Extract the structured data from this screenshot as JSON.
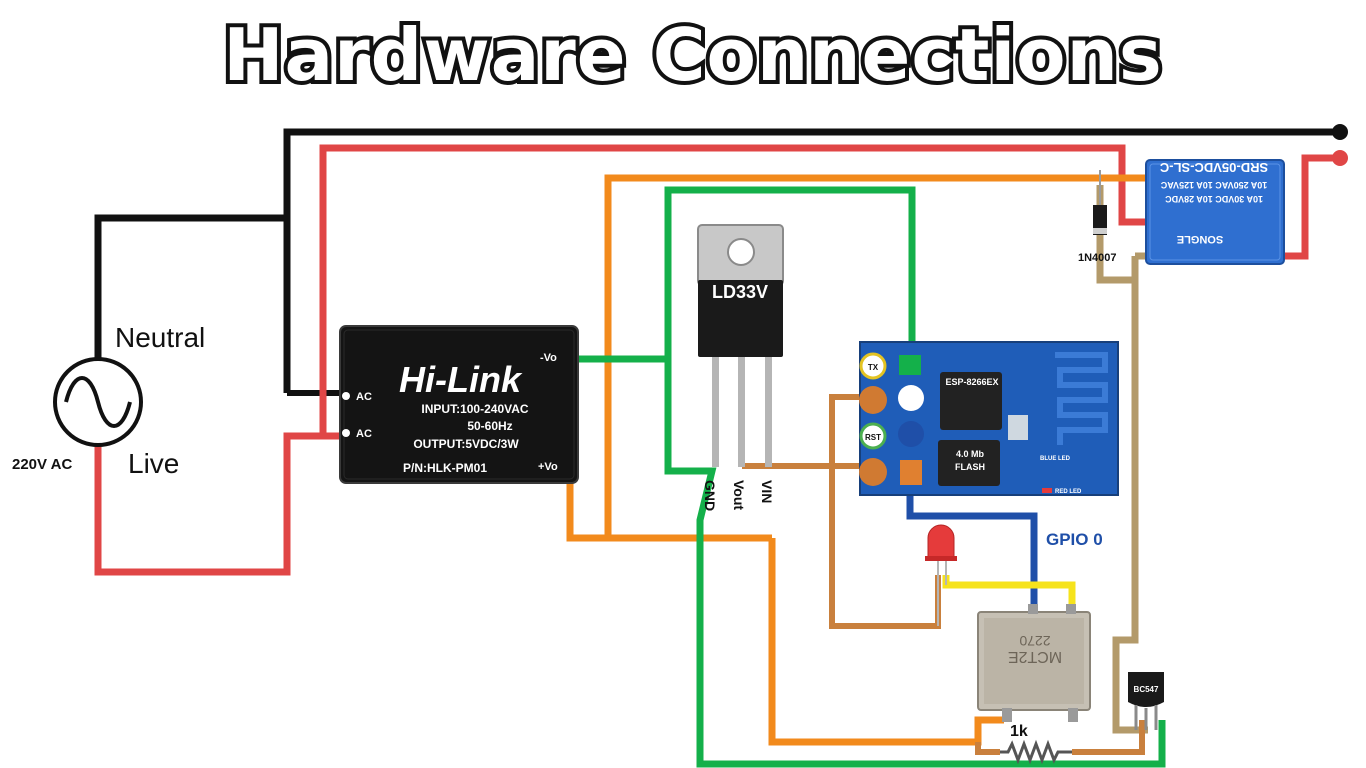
{
  "title": "Hardware Connections",
  "source": {
    "neutral_label": "Neutral",
    "live_label": "Live",
    "voltage_label": "220V AC"
  },
  "psu": {
    "brand": "Hi-Link",
    "input": "INPUT:100-240VAC",
    "freq": "50-60Hz",
    "output": "OUTPUT:5VDC/3W",
    "part": "P/N:HLK-PM01",
    "ac1": "AC",
    "ac2": "AC",
    "neg_out": "-Vo",
    "pos_out": "+Vo"
  },
  "regulator": {
    "name": "LD33V",
    "pin_gnd": "GND",
    "pin_vout": "Vout",
    "pin_vin": "VIN"
  },
  "esp": {
    "chip": "ESP-8266EX",
    "flash_line1": "4.0 Mb",
    "flash_line2": "FLASH",
    "tx": "TX",
    "rst": "RST",
    "blue_led": "BLUE LED",
    "red_led": "RED LED"
  },
  "gpio_label": "GPIO 0",
  "optocoupler": {
    "line1": "MCT2E",
    "line2": "2270"
  },
  "relay": {
    "model": "SRD-05VDC-SL-C",
    "rating1": "10A 250VAC  10A 125VAC",
    "rating2": "10A 30VDC  10A 28VDC",
    "brand": "SONGLE"
  },
  "diode_label": "1N4007",
  "transistor_label": "BC547",
  "resistor_label": "1k",
  "colors": {
    "neutral_wire": "#111111",
    "live_wire": "#e04646",
    "five_volt_wire": "#f28a1c",
    "ground_wire": "#14b04a",
    "signal_wire": "#1f4fa8",
    "brown_wire": "#c9803d",
    "yellow_wire": "#f6e31c",
    "khaki_wire": "#b39a6a"
  }
}
